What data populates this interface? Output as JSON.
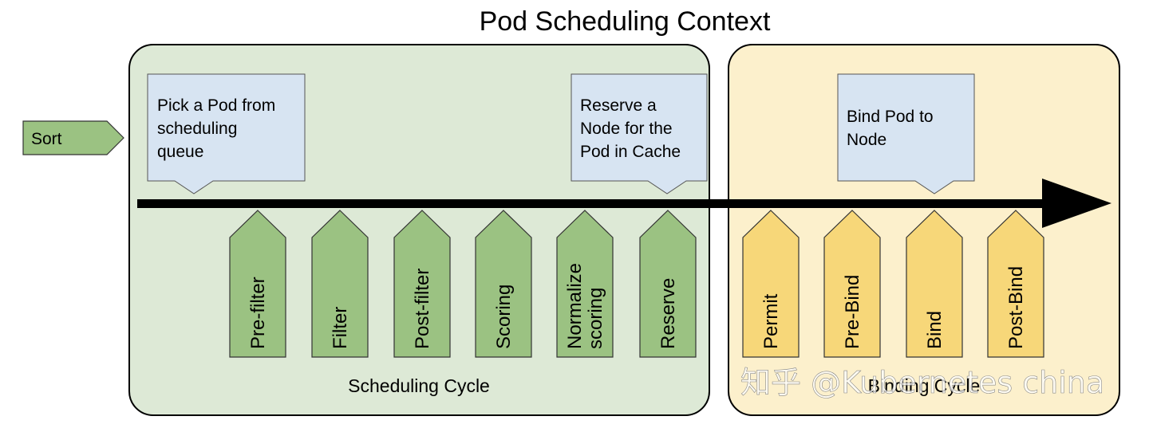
{
  "title": "Pod Scheduling Context",
  "sort_label": "Sort",
  "scheduling_cycle": {
    "label": "Scheduling Cycle",
    "note_pick": [
      "Pick a Pod from",
      "scheduling",
      "queue"
    ],
    "note_reserve": [
      "Reserve a",
      "Node for the",
      "Pod in Cache"
    ],
    "plugins": [
      {
        "lines": [
          "Pre-filter"
        ]
      },
      {
        "lines": [
          "Filter"
        ]
      },
      {
        "lines": [
          "Post-filter"
        ]
      },
      {
        "lines": [
          "Scoring"
        ]
      },
      {
        "lines": [
          "Normalize",
          "scoring"
        ]
      },
      {
        "lines": [
          "Reserve"
        ]
      }
    ]
  },
  "binding_cycle": {
    "label": "Binding Cycle",
    "note_bind": [
      "Bind Pod to",
      "Node"
    ],
    "plugins": [
      {
        "lines": [
          "Permit"
        ]
      },
      {
        "lines": [
          "Pre-Bind"
        ]
      },
      {
        "lines": [
          "Bind"
        ]
      },
      {
        "lines": [
          "Post-Bind"
        ]
      }
    ]
  },
  "watermark": "知乎 @Kubernetes china",
  "colors": {
    "scheduling_bg": "#dde9d6",
    "binding_bg": "#fcf0cc",
    "green_plugin": "#9bc282",
    "yellow_plugin": "#f7d779",
    "note_bg": "#d7e4f2",
    "arrow": "#000000"
  }
}
